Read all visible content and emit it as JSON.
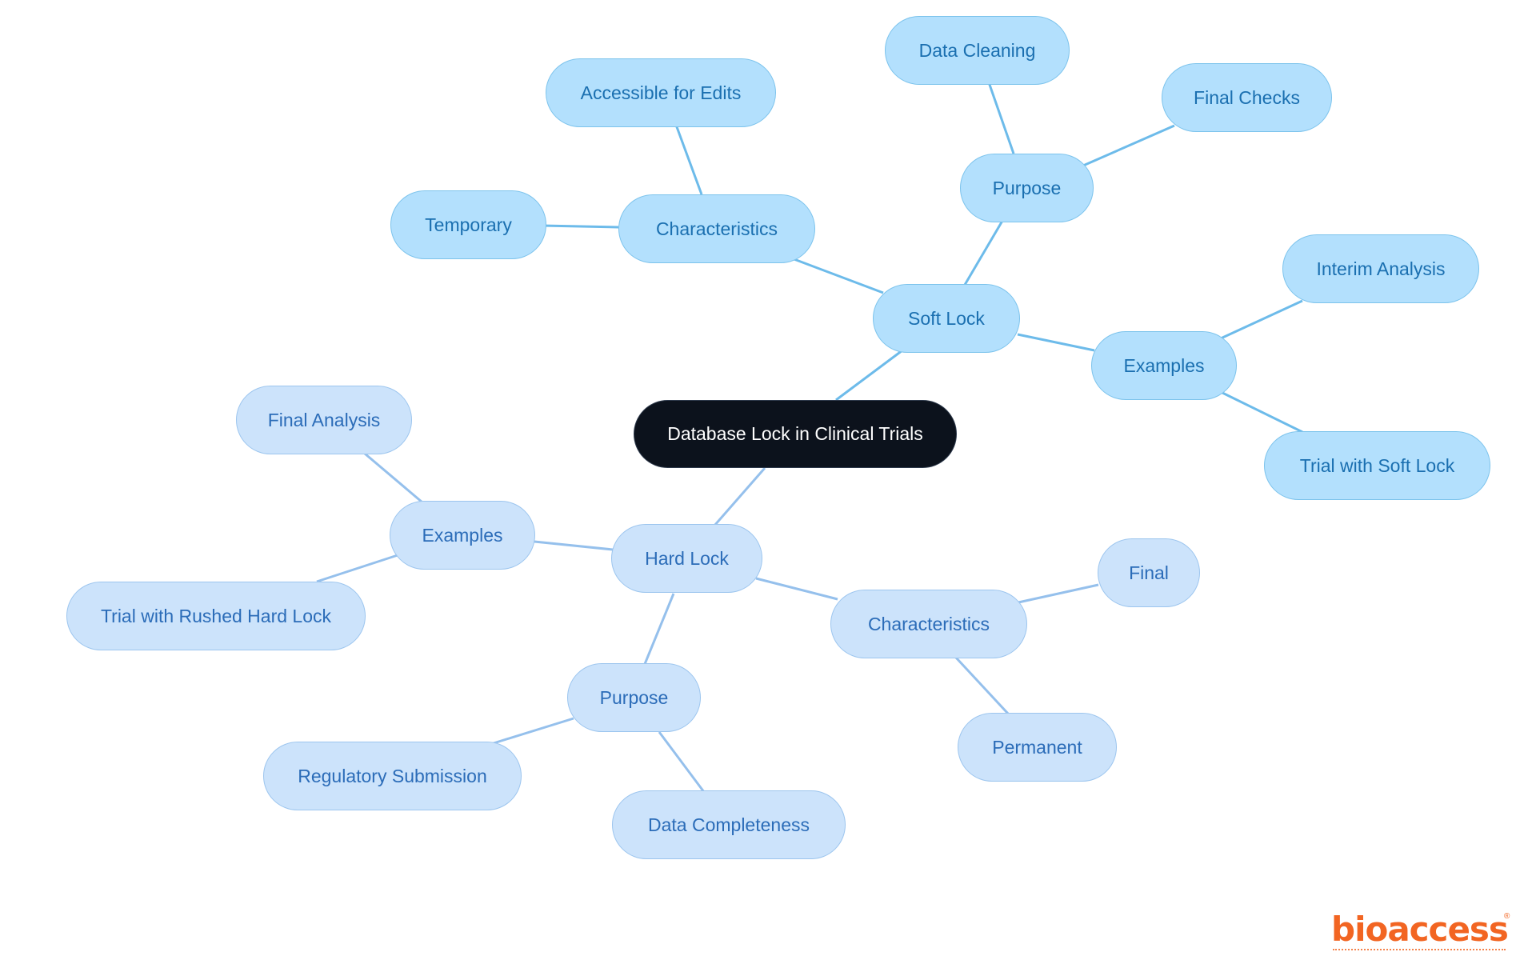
{
  "diagram": {
    "colors": {
      "soft_fill": "#b3e0fd",
      "soft_edge": "#6dbbea",
      "hard_fill": "#cce3fb",
      "hard_edge": "#95c0ec",
      "root_fill": "#0c121c",
      "root_text": "#ffffff",
      "brand": "#f26522"
    },
    "root": {
      "label": "Database Lock in Clinical Trials"
    },
    "soft_lock": {
      "label": "Soft Lock",
      "characteristics": {
        "label": "Characteristics",
        "accessible": "Accessible for Edits",
        "temporary": "Temporary"
      },
      "purpose": {
        "label": "Purpose",
        "data_cleaning": "Data Cleaning",
        "final_checks": "Final Checks"
      },
      "examples": {
        "label": "Examples",
        "interim": "Interim Analysis",
        "trial": "Trial with Soft Lock"
      }
    },
    "hard_lock": {
      "label": "Hard Lock",
      "examples": {
        "label": "Examples",
        "final_analysis": "Final Analysis",
        "trial": "Trial with Rushed Hard Lock"
      },
      "characteristics": {
        "label": "Characteristics",
        "final": "Final",
        "permanent": "Permanent"
      },
      "purpose": {
        "label": "Purpose",
        "regulatory": "Regulatory Submission",
        "completeness": "Data Completeness"
      }
    }
  },
  "logo": {
    "text": "bioaccess",
    "reg_mark": "®"
  }
}
